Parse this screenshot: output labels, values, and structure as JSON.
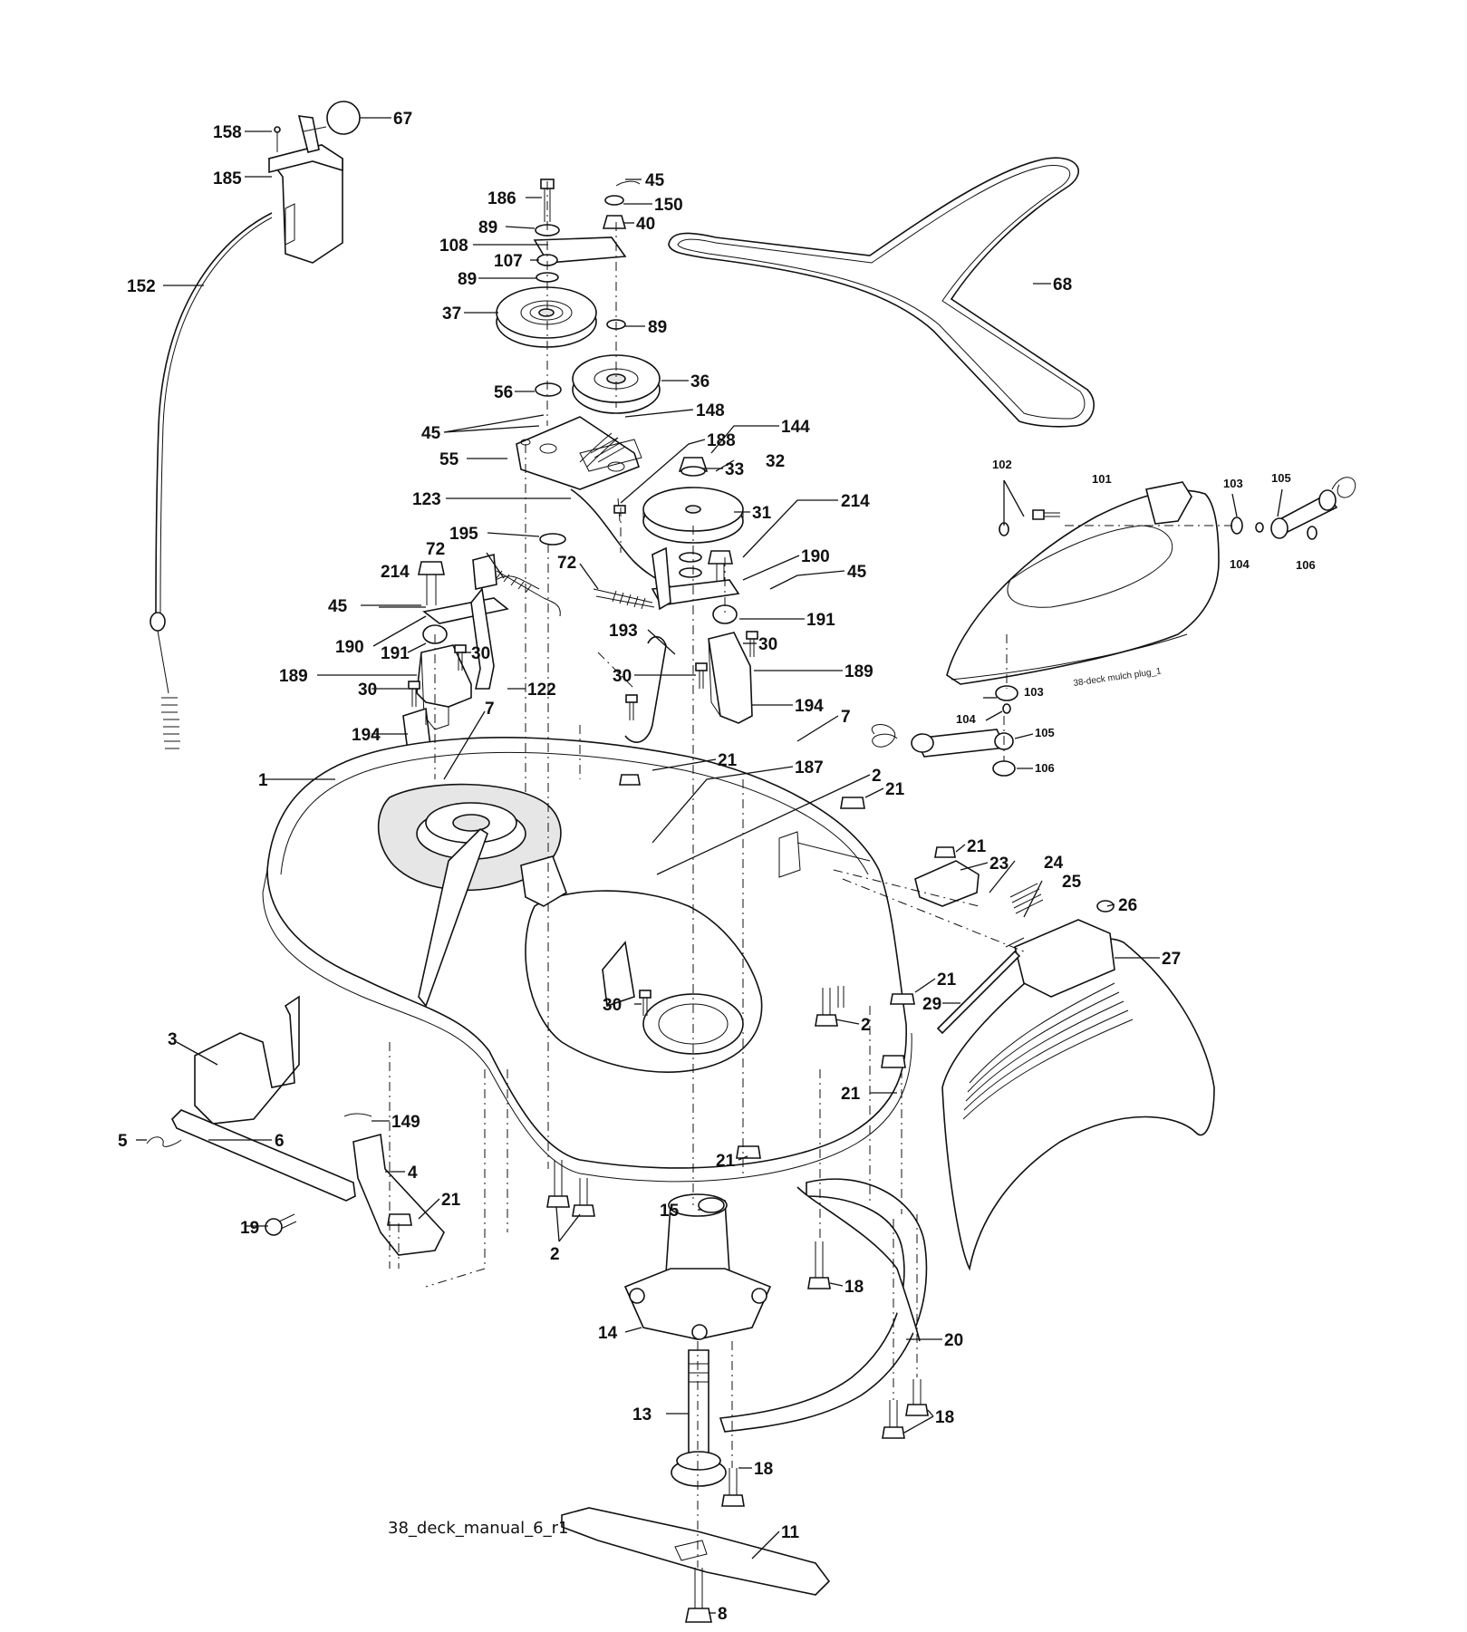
{
  "caption": "38_deck_manual_6_r1",
  "mulch_plug_caption": "38-deck mulch plug_1",
  "callouts": [
    {
      "id": "c158",
      "text": "158"
    },
    {
      "id": "c67",
      "text": "67"
    },
    {
      "id": "c185",
      "text": "185"
    },
    {
      "id": "c152",
      "text": "152"
    },
    {
      "id": "c186",
      "text": "186"
    },
    {
      "id": "c45a",
      "text": "45"
    },
    {
      "id": "c150",
      "text": "150"
    },
    {
      "id": "c40",
      "text": "40"
    },
    {
      "id": "c89a",
      "text": "89"
    },
    {
      "id": "c108",
      "text": "108"
    },
    {
      "id": "c107",
      "text": "107"
    },
    {
      "id": "c89b",
      "text": "89"
    },
    {
      "id": "c37",
      "text": "37"
    },
    {
      "id": "c89c",
      "text": "89"
    },
    {
      "id": "c36",
      "text": "36"
    },
    {
      "id": "c68",
      "text": "68"
    },
    {
      "id": "c56",
      "text": "56"
    },
    {
      "id": "c148",
      "text": "148"
    },
    {
      "id": "c144",
      "text": "144"
    },
    {
      "id": "c45b",
      "text": "45"
    },
    {
      "id": "c188",
      "text": "188"
    },
    {
      "id": "c55",
      "text": "55"
    },
    {
      "id": "c33",
      "text": "33"
    },
    {
      "id": "c32",
      "text": "32"
    },
    {
      "id": "c123",
      "text": "123"
    },
    {
      "id": "c31",
      "text": "31"
    },
    {
      "id": "c214a",
      "text": "214"
    },
    {
      "id": "c195",
      "text": "195"
    },
    {
      "id": "c72a",
      "text": "72"
    },
    {
      "id": "c72b",
      "text": "72"
    },
    {
      "id": "c190a",
      "text": "190"
    },
    {
      "id": "c45c",
      "text": "45"
    },
    {
      "id": "c214b",
      "text": "214"
    },
    {
      "id": "c45d",
      "text": "45"
    },
    {
      "id": "c191a",
      "text": "191"
    },
    {
      "id": "c190b",
      "text": "190"
    },
    {
      "id": "c191b",
      "text": "191"
    },
    {
      "id": "c30a",
      "text": "30"
    },
    {
      "id": "c193",
      "text": "193"
    },
    {
      "id": "c30b",
      "text": "30"
    },
    {
      "id": "c189a",
      "text": "189"
    },
    {
      "id": "c189b",
      "text": "189"
    },
    {
      "id": "c30c",
      "text": "30"
    },
    {
      "id": "c122",
      "text": "122"
    },
    {
      "id": "c30d",
      "text": "30"
    },
    {
      "id": "c194a",
      "text": "194"
    },
    {
      "id": "c7a",
      "text": "7"
    },
    {
      "id": "c194b",
      "text": "194"
    },
    {
      "id": "c7b",
      "text": "7"
    },
    {
      "id": "c21a",
      "text": "21"
    },
    {
      "id": "c187",
      "text": "187"
    },
    {
      "id": "c1",
      "text": "1"
    },
    {
      "id": "c2a",
      "text": "2"
    },
    {
      "id": "c21b",
      "text": "21"
    },
    {
      "id": "c21c",
      "text": "21"
    },
    {
      "id": "c23",
      "text": "23"
    },
    {
      "id": "c24",
      "text": "24"
    },
    {
      "id": "c25",
      "text": "25"
    },
    {
      "id": "c26",
      "text": "26"
    },
    {
      "id": "c27",
      "text": "27"
    },
    {
      "id": "c21d",
      "text": "21"
    },
    {
      "id": "c29",
      "text": "29"
    },
    {
      "id": "c30e",
      "text": "30"
    },
    {
      "id": "c2b",
      "text": "2"
    },
    {
      "id": "c3",
      "text": "3"
    },
    {
      "id": "c21e",
      "text": "21"
    },
    {
      "id": "c149",
      "text": "149"
    },
    {
      "id": "c5",
      "text": "5"
    },
    {
      "id": "c6",
      "text": "6"
    },
    {
      "id": "c4",
      "text": "4"
    },
    {
      "id": "c21f",
      "text": "21"
    },
    {
      "id": "c21g",
      "text": "21"
    },
    {
      "id": "c15",
      "text": "15"
    },
    {
      "id": "c19",
      "text": "19"
    },
    {
      "id": "c2c",
      "text": "2"
    },
    {
      "id": "c18a",
      "text": "18"
    },
    {
      "id": "c14",
      "text": "14"
    },
    {
      "id": "c20",
      "text": "20"
    },
    {
      "id": "c18b",
      "text": "18"
    },
    {
      "id": "c13",
      "text": "13"
    },
    {
      "id": "c18c",
      "text": "18"
    },
    {
      "id": "c11",
      "text": "11"
    },
    {
      "id": "c8",
      "text": "8"
    },
    {
      "id": "m102",
      "text": "102"
    },
    {
      "id": "m101",
      "text": "101"
    },
    {
      "id": "m103a",
      "text": "103"
    },
    {
      "id": "m105a",
      "text": "105"
    },
    {
      "id": "m104a",
      "text": "104"
    },
    {
      "id": "m106a",
      "text": "106"
    },
    {
      "id": "m103b",
      "text": "103"
    },
    {
      "id": "m104b",
      "text": "104"
    },
    {
      "id": "m105b",
      "text": "105"
    },
    {
      "id": "m106b",
      "text": "106"
    }
  ]
}
